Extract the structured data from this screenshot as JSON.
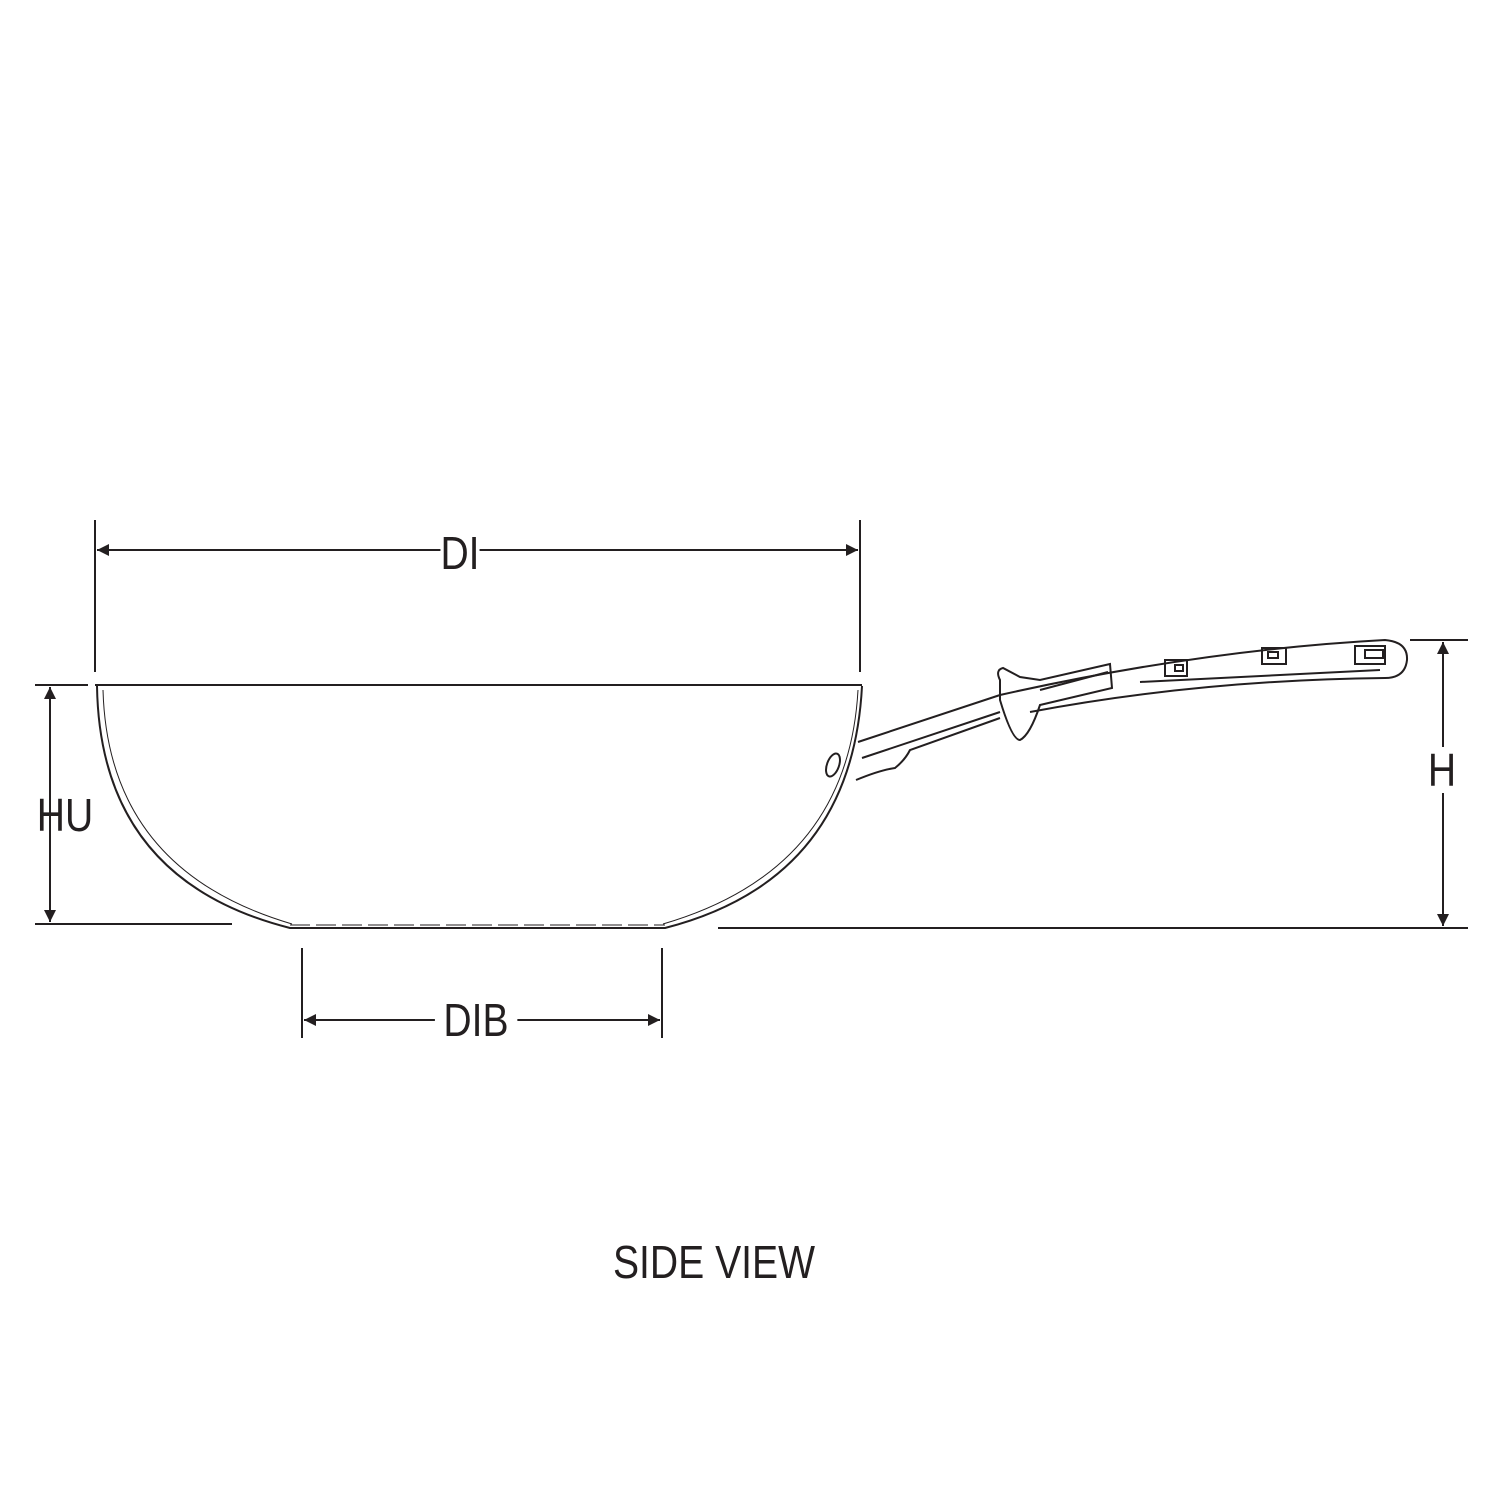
{
  "dimensions": {
    "top_diameter": "DI",
    "upper_height": "HU",
    "total_height": "H",
    "bottom_diameter": "DIB"
  },
  "caption": "SIDE VIEW",
  "colors": {
    "line": "#231f20",
    "background": "#ffffff"
  }
}
